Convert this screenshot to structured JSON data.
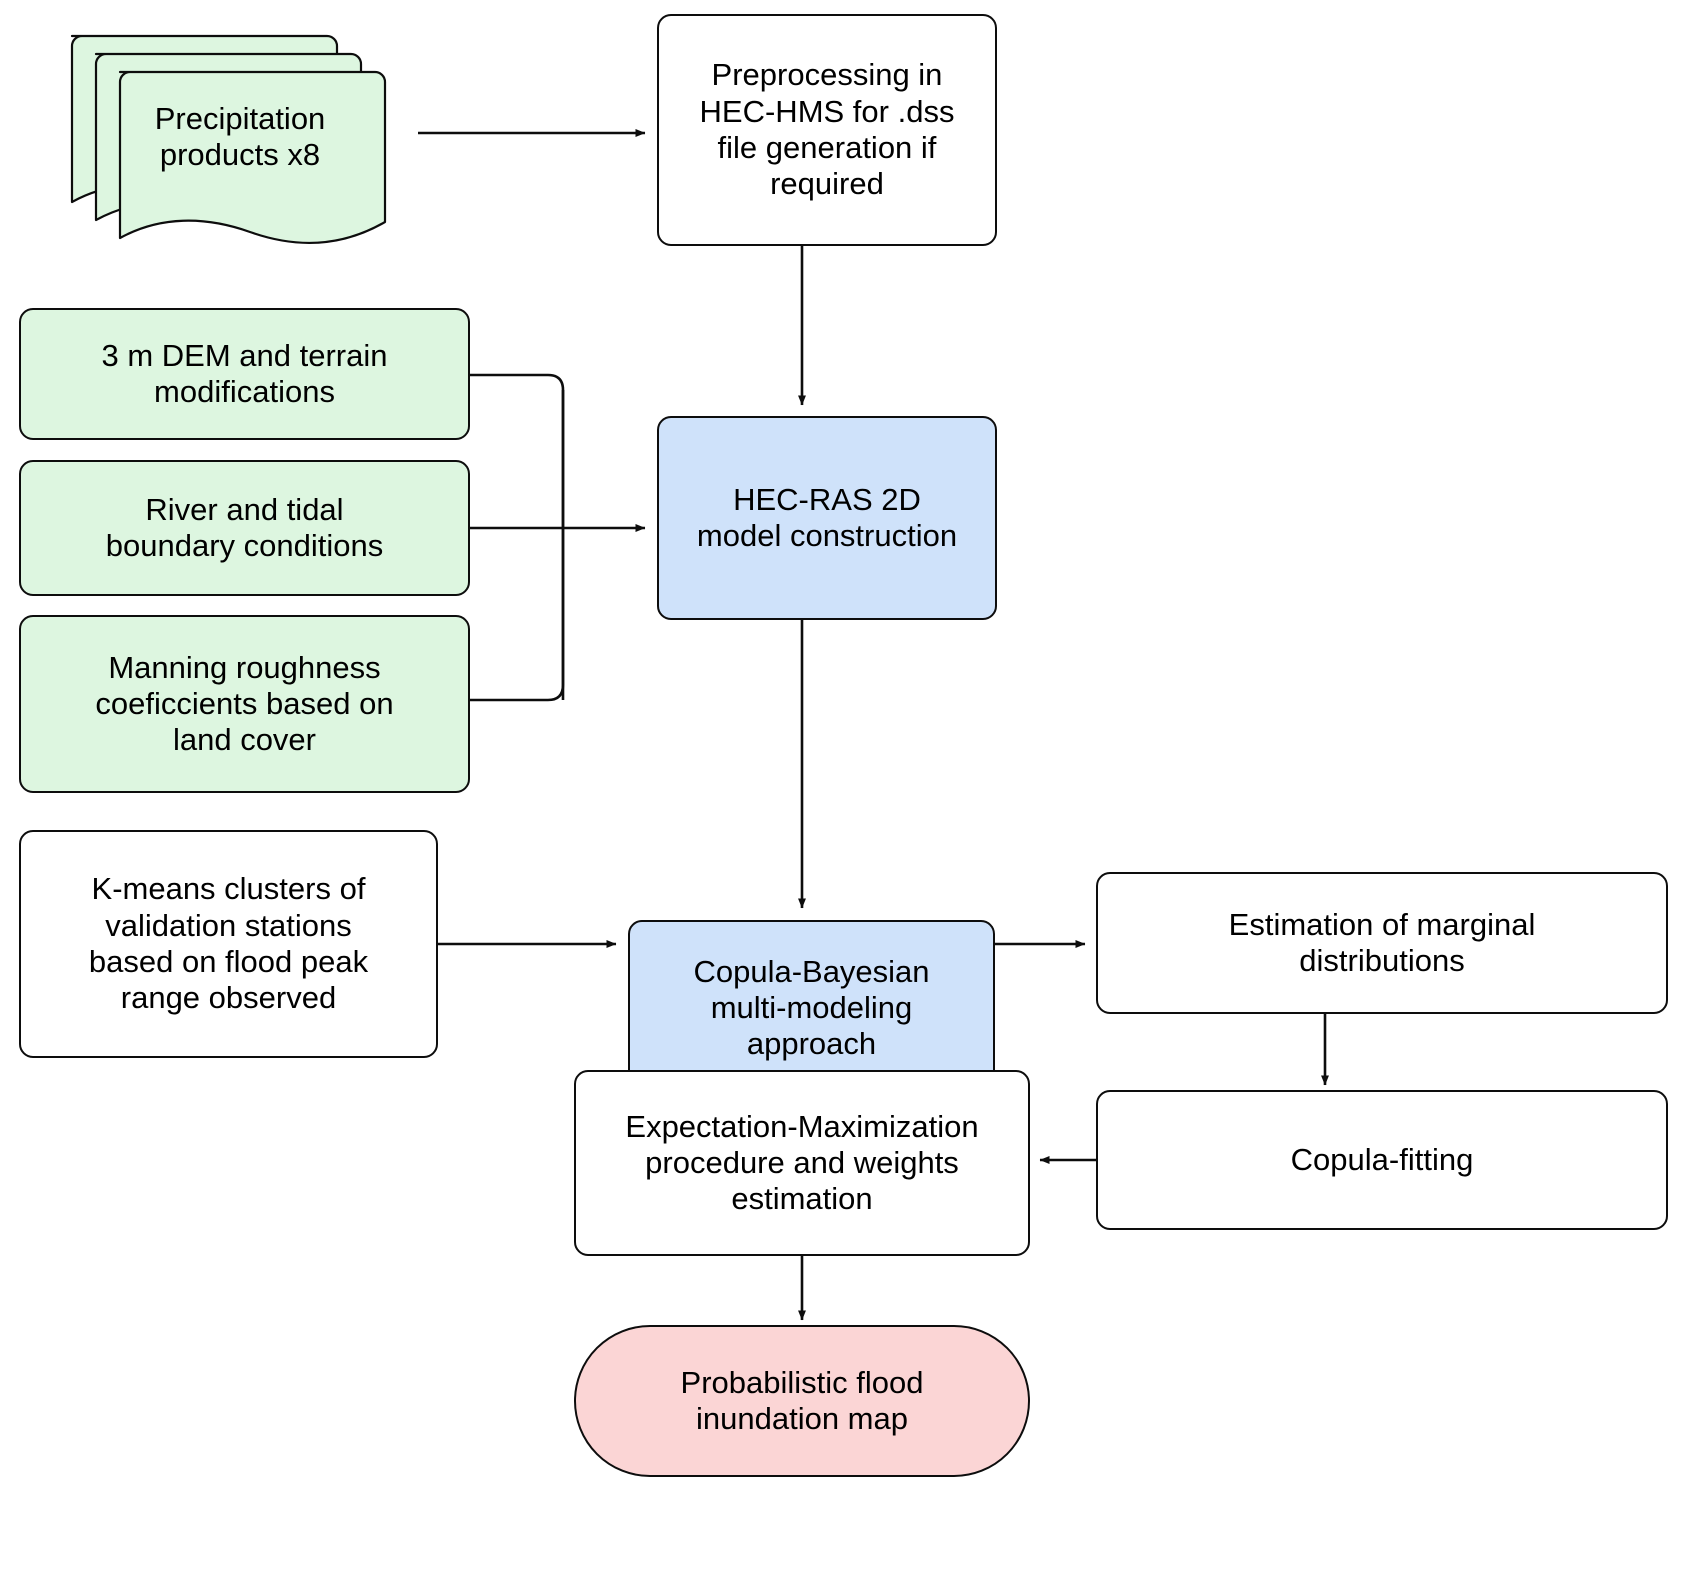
{
  "diagram": {
    "title": "Flood modeling workflow flowchart",
    "colors": {
      "input_green": "#ddf6e0",
      "process_blue": "#cfe2fa",
      "output_pink": "#fbd5d5",
      "neutral_white": "#ffffff",
      "stroke": "#0d0d0d"
    },
    "nodes": [
      {
        "id": "precipitation-products",
        "label": "Precipitation\nproducts x8",
        "shape": "stacked-document",
        "fill": "#ddf6e0"
      },
      {
        "id": "preprocessing-hec-hms",
        "label": "Preprocessing in\nHEC-HMS for .dss\nfile generation if\nrequired",
        "shape": "rounded-rect",
        "fill": "#ffffff"
      },
      {
        "id": "dem-terrain",
        "label": "3 m DEM and terrain\nmodifications",
        "shape": "rounded-rect",
        "fill": "#ddf6e0"
      },
      {
        "id": "river-tidal-boundary",
        "label": "River and tidal\nboundary conditions",
        "shape": "rounded-rect",
        "fill": "#ddf6e0"
      },
      {
        "id": "manning-roughness",
        "label": "Manning roughness\ncoeficcients based on\nland cover",
        "shape": "rounded-rect",
        "fill": "#ddf6e0"
      },
      {
        "id": "hec-ras-2d",
        "label": "HEC-RAS 2D\nmodel construction",
        "shape": "rounded-rect",
        "fill": "#cfe2fa"
      },
      {
        "id": "kmeans-clusters",
        "label": "K-means clusters of\nvalidation stations\nbased on flood peak\nrange observed",
        "shape": "rounded-rect",
        "fill": "#ffffff"
      },
      {
        "id": "copula-bayesian",
        "label": "Copula-Bayesian\nmulti-modeling\napproach",
        "shape": "rounded-rect",
        "fill": "#cfe2fa"
      },
      {
        "id": "marginal-distributions",
        "label": "Estimation of marginal\ndistributions",
        "shape": "rounded-rect",
        "fill": "#ffffff"
      },
      {
        "id": "copula-fitting",
        "label": "Copula-fitting",
        "shape": "rounded-rect",
        "fill": "#ffffff"
      },
      {
        "id": "expectation-maximization",
        "label": "Expectation-Maximization\nprocedure and weights\nestimation",
        "shape": "rounded-rect",
        "fill": "#ffffff"
      },
      {
        "id": "probabilistic-flood-map",
        "label": "Probabilistic flood\ninundation map",
        "shape": "stadium",
        "fill": "#fbd5d5"
      }
    ],
    "edges": [
      {
        "from": "precipitation-products",
        "to": "preprocessing-hec-hms"
      },
      {
        "from": "preprocessing-hec-hms",
        "to": "hec-ras-2d"
      },
      {
        "from": "dem-terrain",
        "to": "hec-ras-2d"
      },
      {
        "from": "river-tidal-boundary",
        "to": "hec-ras-2d"
      },
      {
        "from": "manning-roughness",
        "to": "hec-ras-2d"
      },
      {
        "from": "hec-ras-2d",
        "to": "copula-bayesian"
      },
      {
        "from": "kmeans-clusters",
        "to": "copula-bayesian"
      },
      {
        "from": "copula-bayesian",
        "to": "marginal-distributions"
      },
      {
        "from": "marginal-distributions",
        "to": "copula-fitting"
      },
      {
        "from": "copula-fitting",
        "to": "expectation-maximization"
      },
      {
        "from": "expectation-maximization",
        "to": "probabilistic-flood-map"
      }
    ]
  }
}
